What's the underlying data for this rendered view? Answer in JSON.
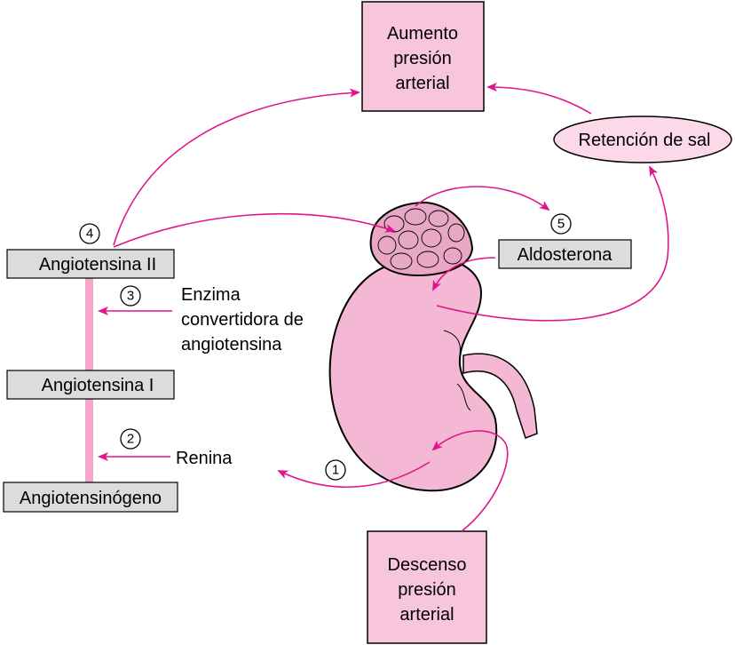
{
  "colors": {
    "accent": "#e0148c",
    "box_pink": "#f7c6dc",
    "kidney_pink": "#f5b8d4",
    "gland_pink": "#e8a7c4",
    "box_gray": "#dcdcdc",
    "bar_pink": "#f4a7c8",
    "ellipse_pink": "#fbd9e8"
  },
  "boxes": {
    "aumento": {
      "lines": [
        "Aumento",
        "presión",
        "arterial"
      ]
    },
    "descenso": {
      "lines": [
        "Descenso",
        "presión",
        "arterial"
      ]
    },
    "retencion": "Retención de sal",
    "aldosterona": "Aldosterona",
    "angiotensina_ii": "Angiotensina II",
    "angiotensina_i": "Angiotensina I",
    "angiotensinogeno": "Angiotensinógeno"
  },
  "labels": {
    "enzima": [
      "Enzima",
      "convertidora de",
      "angiotensina"
    ],
    "renina": "Renina"
  },
  "steps": [
    "1",
    "2",
    "3",
    "4",
    "5"
  ]
}
